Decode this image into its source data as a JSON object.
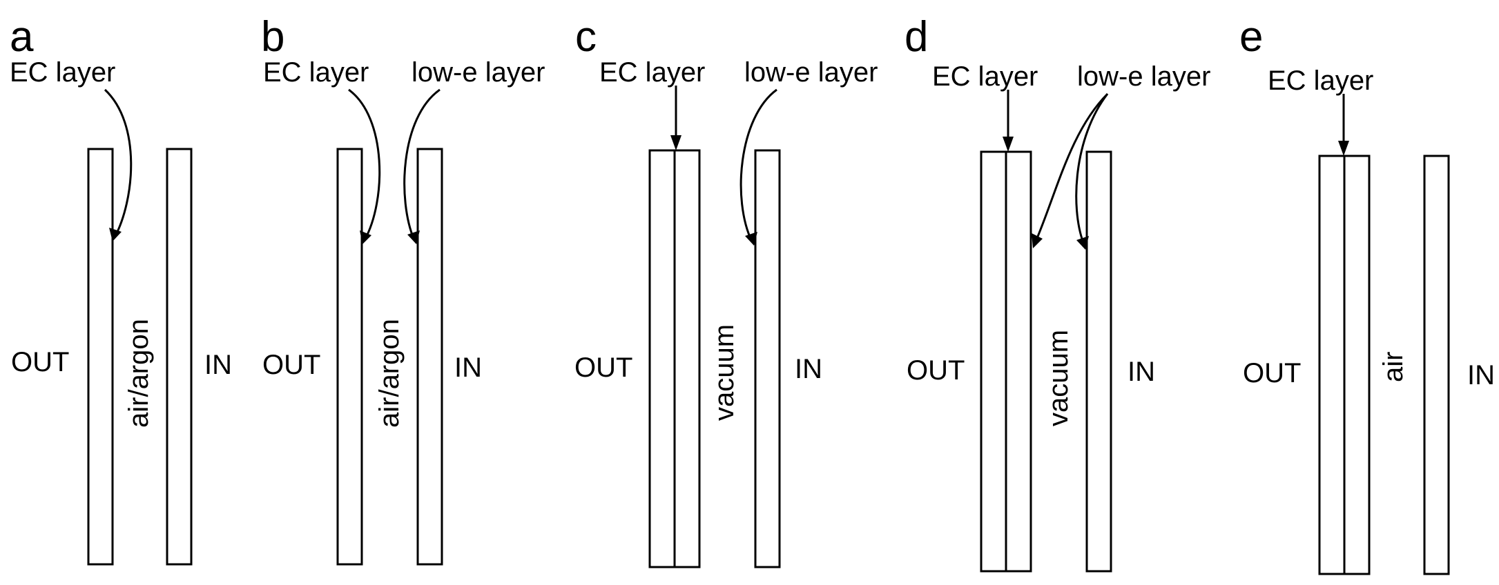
{
  "panels": [
    {
      "letter": "a",
      "ec_label": "EC layer",
      "side_out": "OUT",
      "side_in": "IN",
      "gap_fill": "air/argon"
    },
    {
      "letter": "b",
      "ec_label": "EC layer",
      "lowe_label": "low-e layer",
      "side_out": "OUT",
      "side_in": "IN",
      "gap_fill": "air/argon"
    },
    {
      "letter": "c",
      "ec_label": "EC layer",
      "lowe_label": "low-e layer",
      "side_out": "OUT",
      "side_in": "IN",
      "gap_fill": "vacuum"
    },
    {
      "letter": "d",
      "ec_label": "EC layer",
      "lowe_label": "low-e layer",
      "side_out": "OUT",
      "side_in": "IN",
      "gap_fill": "vacuum"
    },
    {
      "letter": "e",
      "ec_label": "EC layer",
      "side_out": "OUT",
      "side_in": "IN",
      "gap_fill": "air"
    }
  ]
}
